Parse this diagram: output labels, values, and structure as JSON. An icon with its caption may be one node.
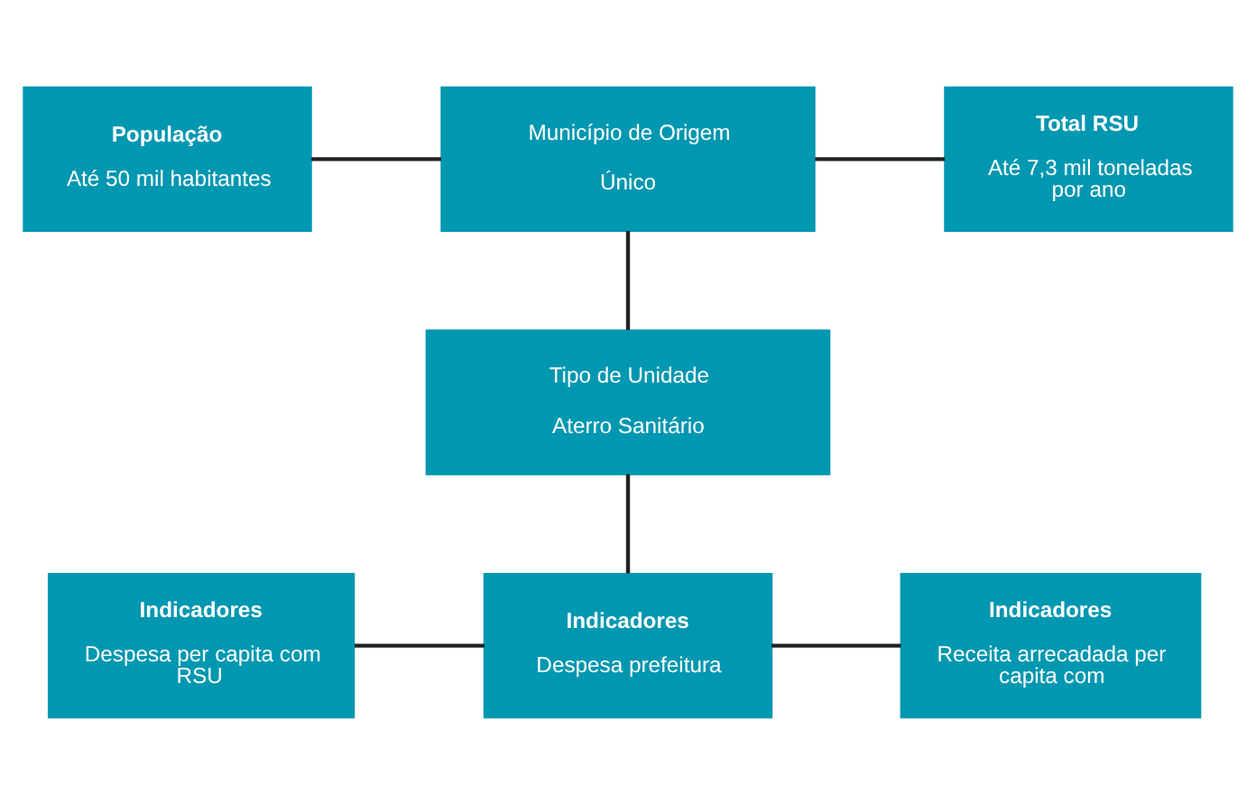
{
  "diagram": {
    "nodes": [
      {
        "text": [
          "População",
          "Até 50 mil habitantes"
        ]
      },
      {
        "text": [
          "Município de Origem",
          "Único"
        ]
      },
      {
        "text": [
          "Total RSU",
          "Até 7,3 mil toneladas por ano"
        ]
      },
      {
        "text": [
          "Tipo de Unidade",
          "Aterro Sanitário"
        ]
      },
      {
        "text": [
          "Indicadores",
          "Despesa per capita com RSU"
        ]
      },
      {
        "text": [
          "Indicadores",
          "Despesa prefeitura"
        ]
      },
      {
        "text": [
          "Indicadores",
          "Receita arrecadada per capita com"
        ]
      }
    ],
    "edges": [
      {
        "from": 0,
        "to": 1,
        "arrow": "none"
      },
      {
        "from": 1,
        "to": 2,
        "arrow": "none"
      },
      {
        "from": 1,
        "to": 3,
        "arrow": "none"
      },
      {
        "from": 3,
        "to": 5,
        "arrow": "none"
      },
      {
        "from": 4,
        "to": 5,
        "arrow": "none"
      },
      {
        "from": 5,
        "to": 6,
        "arrow": "none"
      }
    ]
  }
}
